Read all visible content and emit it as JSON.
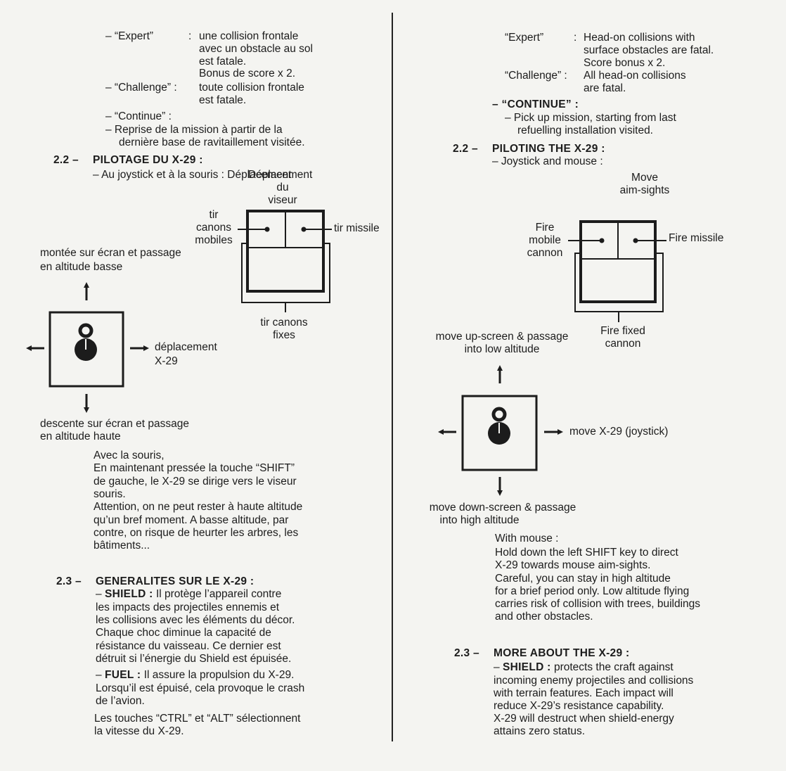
{
  "left": {
    "modes": [
      {
        "label": "– “Expert”",
        "colon": ":",
        "lines": [
          "une collision frontale",
          "avec un obstacle au sol",
          "est fatale.",
          "Bonus de score x 2."
        ]
      },
      {
        "label": "– “Challenge” :",
        "lines": [
          "toute collision frontale",
          "est fatale."
        ]
      },
      {
        "label": "– “Continue” :",
        "lines": []
      }
    ],
    "continue_text": [
      "– Reprise de la mission à partir de la",
      "dernière base de ravitaillement visitée."
    ],
    "s22": {
      "num": "2.2 –",
      "title": "PILOTAGE DU X-29 :",
      "intro": "– Au joystick et à la souris : Déplacement"
    },
    "mouse_labels": {
      "move_sight": [
        "Déplacement",
        "du",
        "viseur"
      ],
      "mobile": [
        "tir",
        "canons",
        "mobiles"
      ],
      "missile": "tir missile",
      "fixed": [
        "tir canons",
        "fixes"
      ]
    },
    "joystick_labels": {
      "up": [
        "montée sur écran et passage",
        "en altitude basse"
      ],
      "down": [
        "descente sur écran et passage",
        "en altitude haute"
      ],
      "right": [
        "déplacement",
        "X-29"
      ]
    },
    "souris_para": [
      "Avec la souris,",
      "En maintenant pressée la touche “SHIFT”",
      "de gauche, le X-29 se dirige vers le viseur",
      "souris.",
      "Attention, on ne peut rester à haute altitude",
      "qu’un bref moment. A basse altitude, par",
      "contre, on risque de heurter les arbres, les",
      "bâtiments..."
    ],
    "s23": {
      "num": "2.3 –",
      "title": "GENERALITES SUR LE X-29 :"
    },
    "shield": {
      "key": "SHIELD :",
      "lead": "– ",
      "first": " Il protège l’appareil contre",
      "lines": [
        "les impacts des projectiles ennemis et",
        "les collisions avec les éléments du décor.",
        "Chaque choc diminue la capacité de",
        "résistance du vaisseau. Ce dernier est",
        "détruit si l’énergie du Shield est épuisée."
      ]
    },
    "fuel": {
      "key": "FUEL :",
      "lead": "– ",
      "first": " Il assure la propulsion du X-29.",
      "lines": [
        "Lorsqu’il est épuisé, cela provoque le crash",
        "de l’avion."
      ]
    },
    "keys_para": [
      "Les touches “CTRL” et “ALT” sélectionnent",
      "la vitesse du X-29."
    ]
  },
  "right": {
    "modes": [
      {
        "label": "“Expert”",
        "colon": ":",
        "lines": [
          "Head-on collisions with",
          "surface obstacles are fatal.",
          "Score bonus x 2."
        ]
      },
      {
        "label": "“Challenge” :",
        "lines": [
          "All head-on collisions",
          "are fatal."
        ]
      }
    ],
    "continue_title": "– “CONTINUE” :",
    "continue_text": [
      "– Pick up mission, starting from last",
      "refuelling installation visited."
    ],
    "s22": {
      "num": "2.2 –",
      "title": "PILOTING THE X-29 :",
      "intro": "– Joystick and mouse :"
    },
    "mouse_labels": {
      "move_sight": [
        "Move",
        "aim-sights"
      ],
      "mobile": [
        "Fire",
        "mobile",
        "cannon"
      ],
      "missile": "Fire missile",
      "fixed": [
        "Fire fixed",
        "cannon"
      ]
    },
    "joystick_labels": {
      "up": [
        "move up-screen & passage",
        "into low altitude"
      ],
      "down": [
        "move down-screen & passage",
        "into high altitude"
      ],
      "right": "move X-29 (joystick)"
    },
    "mouse_para": [
      "With mouse :",
      "Hold down the left SHIFT key to direct",
      "X-29 towards mouse aim-sights.",
      "Careful, you can stay in high altitude",
      "for a brief period only. Low altitude flying",
      "carries risk of collision with trees, buildings",
      "and other obstacles."
    ],
    "s23": {
      "num": "2.3 –",
      "title": "MORE ABOUT THE X-29 :"
    },
    "shield": {
      "key": "SHIELD :",
      "lead": "– ",
      "first": " protects the craft against",
      "lines": [
        "incoming enemy projectiles and collisions",
        "with terrain features. Each impact will",
        "reduce X-29’s resistance capability.",
        "X-29 will destruct when shield-energy",
        "attains zero status."
      ]
    }
  }
}
